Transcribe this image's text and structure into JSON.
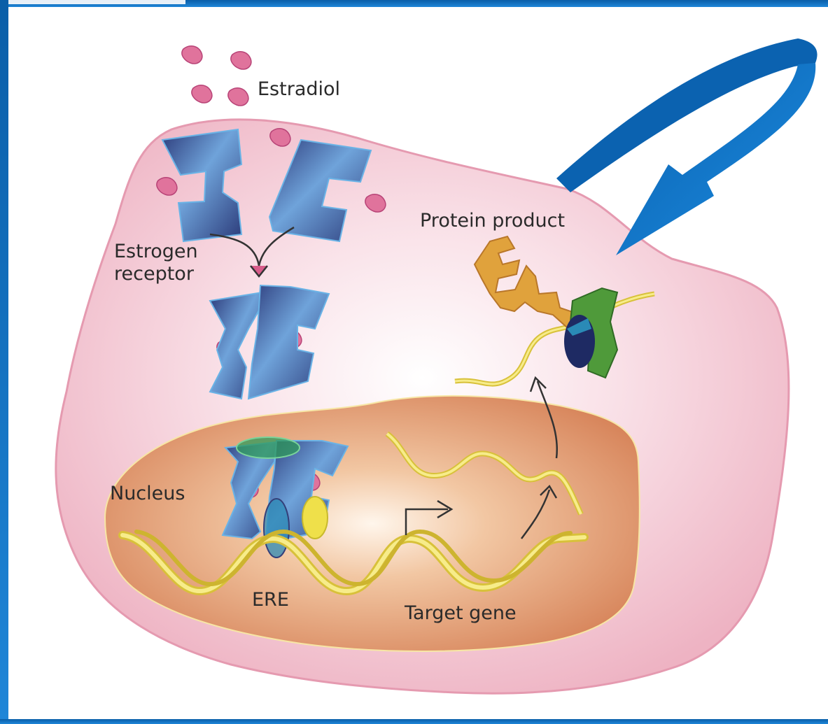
{
  "labels": {
    "estradiol": "Estradiol",
    "estrogen_receptor_line1": "Estrogen",
    "estrogen_receptor_line2": "receptor",
    "protein_product": "Protein product",
    "nucleus": "Nucleus",
    "ere": "ERE",
    "target_gene": "Target gene"
  },
  "colors": {
    "frame_blue": "#0a6bb5",
    "cell_pink": "#efb8c6",
    "nucleus_brown": "#d98a5c",
    "receptor_blue": "#3b4f93",
    "estradiol_pink": "#e0739c",
    "dna_yellow": "#f2e36a",
    "protein_orange": "#e0a23c",
    "protein_green": "#4f9a3a",
    "feedback_arrow": "#1a82d8"
  }
}
